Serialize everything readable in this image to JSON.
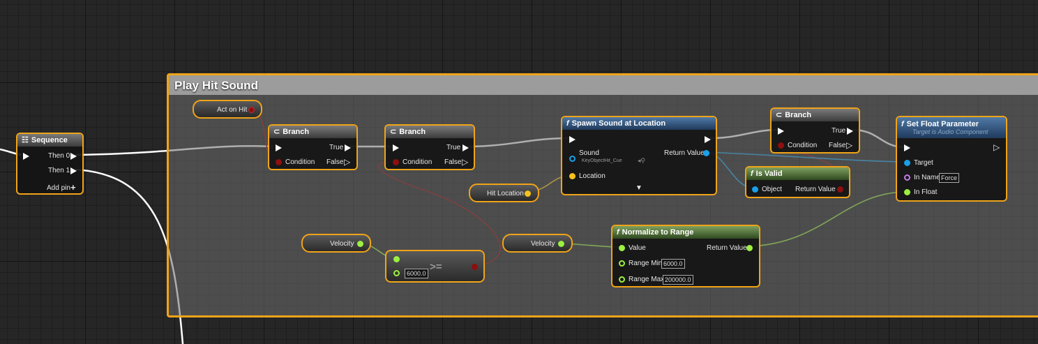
{
  "comment": {
    "title": "Play Hit Sound",
    "color": "#f0a418"
  },
  "sequence": {
    "title": "Sequence",
    "then0": "Then 0",
    "then1": "Then 1",
    "add_pin": "Add pin"
  },
  "act_on_hit": {
    "label": "Act on Hit"
  },
  "branch1": {
    "title": "Branch",
    "true_label": "True",
    "false_label": "False",
    "condition": "Condition"
  },
  "branch2": {
    "title": "Branch",
    "true_label": "True",
    "false_label": "False",
    "condition": "Condition"
  },
  "branch3": {
    "title": "Branch",
    "true_label": "True",
    "false_label": "False",
    "condition": "Condition"
  },
  "spawn_sound": {
    "title": "Spawn Sound at Location",
    "sound": "Sound",
    "sound_value": "KeyObjectHit_Cue",
    "location": "Location",
    "return_value": "Return Value"
  },
  "hit_location": {
    "label": "Hit Location"
  },
  "is_valid": {
    "title": "Is Valid",
    "object": "Object",
    "return_value": "Return Value"
  },
  "set_float": {
    "title": "Set Float Parameter",
    "subtitle": "Target is Audio Component",
    "target": "Target",
    "in_name": "In Name",
    "in_name_value": "Force",
    "in_float": "In Float"
  },
  "velocity1": {
    "label": "Velocity"
  },
  "velocity2": {
    "label": "Velocity"
  },
  "compare": {
    "operator": ">=",
    "value": "6000.0"
  },
  "normalize": {
    "title": "Normalize to Range",
    "value": "Value",
    "return_value": "Return Value",
    "range_min": "Range Min",
    "range_min_value": "6000.0",
    "range_max": "Range Max",
    "range_max_value": "200000.0"
  },
  "colors": {
    "bool": "#8e0f0f",
    "vector": "#f4c21b",
    "float": "#9cf041",
    "object": "#1aa0e8",
    "name": "#c57be8",
    "exec": "#ffffff"
  }
}
